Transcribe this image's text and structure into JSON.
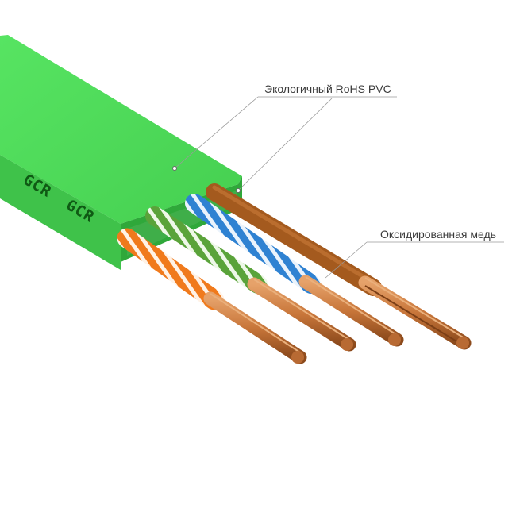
{
  "callouts": {
    "insulation_label": "Экологичный RoHS PVC",
    "conductor_label": "Оксидированная медь"
  },
  "cable": {
    "brand_marking": "GCR",
    "jacket_color": "#4fdc5a",
    "conductors": [
      {
        "name": "orange-white",
        "color": "#f07a1c"
      },
      {
        "name": "green-white",
        "color": "#5aa33a"
      },
      {
        "name": "blue-white",
        "color": "#2f82d2"
      },
      {
        "name": "brown",
        "color": "#a45a1e"
      }
    ],
    "copper_color": "#c8763a"
  }
}
